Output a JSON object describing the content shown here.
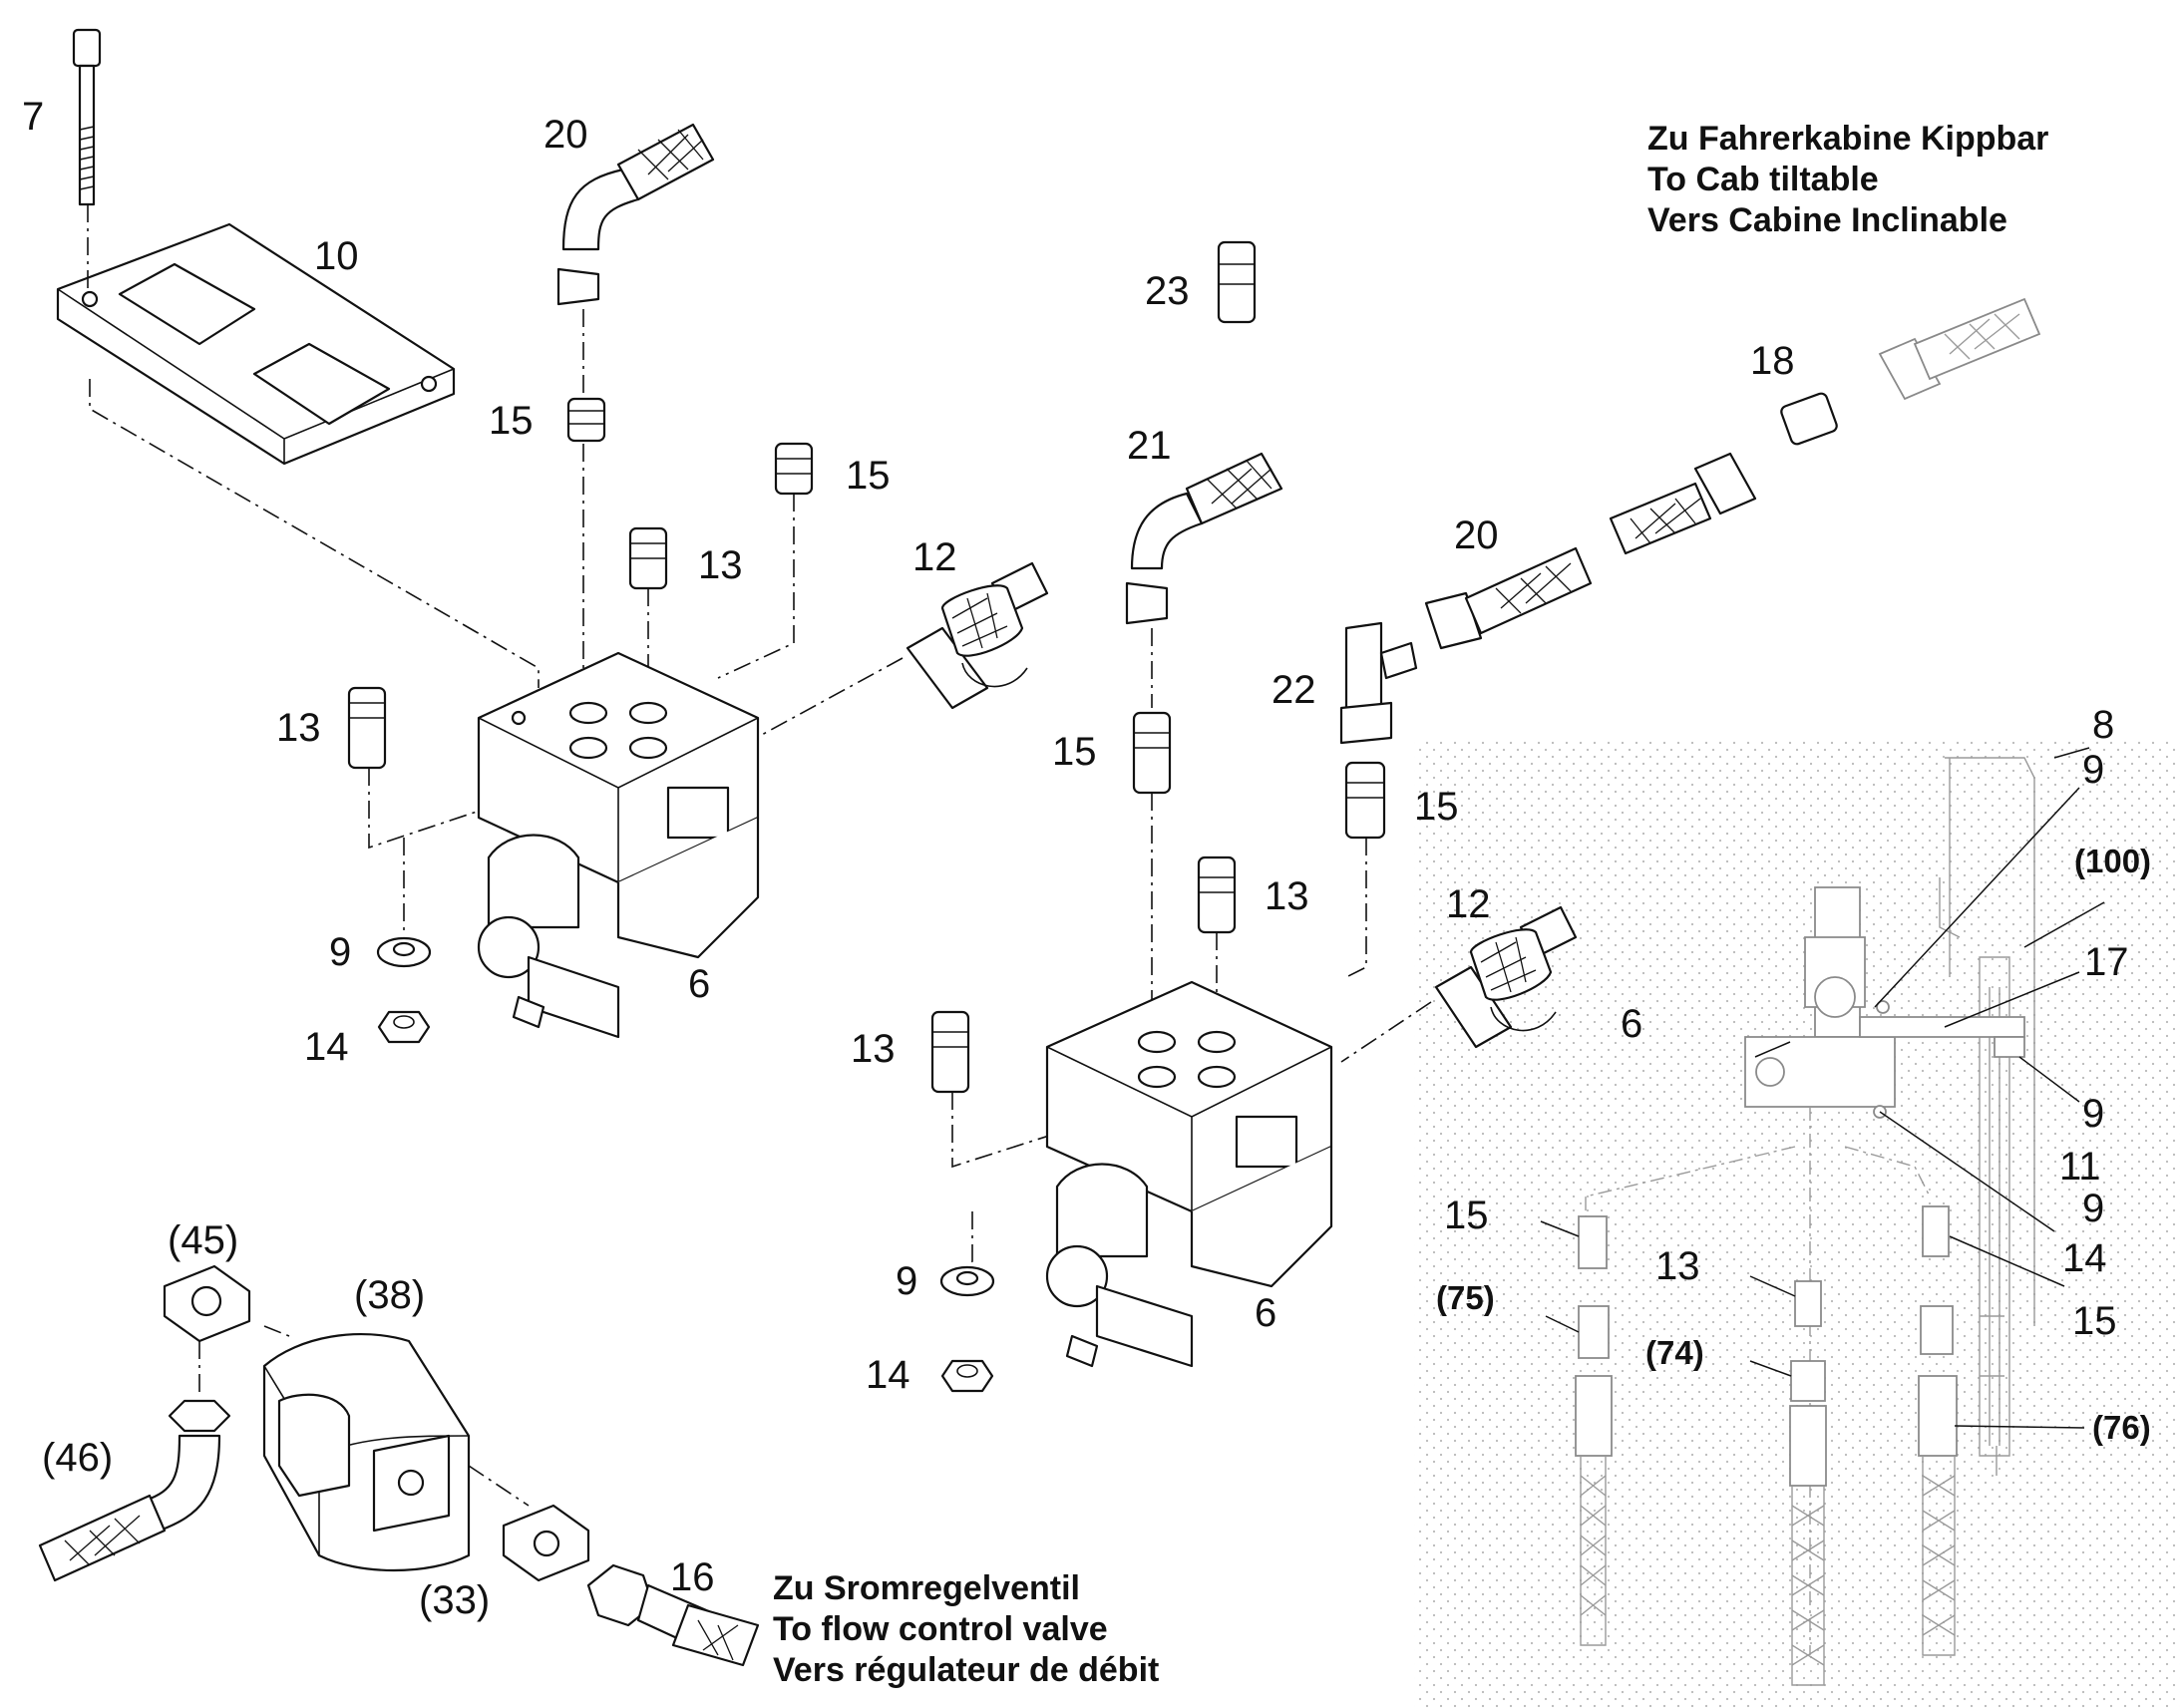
{
  "notes": {
    "cab": [
      "Zu Fahrerkabine Kippbar",
      "To Cab tiltable",
      "Vers Cabine Inclinable"
    ],
    "flow": [
      "Zu Sromregelventil",
      "To flow control valve",
      "Vers régulateur de débit"
    ]
  },
  "labels": {
    "n7": "7",
    "n10": "10",
    "n20a": "20",
    "n20b": "20",
    "n21": "21",
    "n23": "23",
    "n18": "18",
    "n15a": "15",
    "n15b": "15",
    "n15c": "15",
    "n15d": "15",
    "n13a": "13",
    "n13b": "13",
    "n13c": "13",
    "n13d": "13",
    "n12a": "12",
    "n12b": "12",
    "n22": "22",
    "n9a": "9",
    "n9b": "9",
    "n14a": "14",
    "n14b": "14",
    "n6a": "6",
    "n6b": "6",
    "n45": "(45)",
    "n38": "(38)",
    "n46": "(46)",
    "n33": "(33)",
    "n16": "16"
  },
  "inset_labels": {
    "i8": "8",
    "i9a": "9",
    "i100": "(100)",
    "i17": "17",
    "i6": "6",
    "i9b": "9",
    "i11": "11",
    "i9c": "9",
    "i15a": "15",
    "i14": "14",
    "i13": "13",
    "i15b": "15",
    "i75": "(75)",
    "i74": "(74)",
    "i76": "(76)"
  }
}
